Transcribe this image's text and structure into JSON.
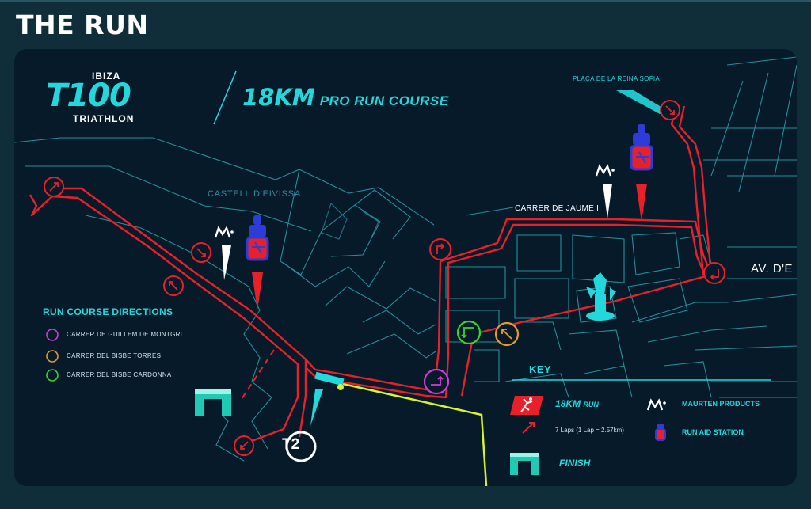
{
  "page_title": "THE RUN",
  "brand": {
    "top": "IBIZA",
    "logo": "T100",
    "bottom": "TRIATHLON"
  },
  "course": {
    "distance": "18KM",
    "subtitle": "PRO RUN COURSE"
  },
  "places": {
    "castle": "CASTELL D'EIVISSA",
    "plaza": "PLAÇA DE LA REINA SOFIA",
    "street_jaume": "CARRER DE JAUME I",
    "avenue": "AV. D'E"
  },
  "directions": {
    "title": "RUN COURSE DIRECTIONS",
    "items": [
      {
        "label": "CARRER DE GUILLEM DE MONTGRI",
        "color": "#d23bd6"
      },
      {
        "label": "CARRER DEL BISBE TORRES",
        "color": "#e39a2f"
      },
      {
        "label": "CARRER DEL BISBE CARDONNA",
        "color": "#3fd12f"
      }
    ]
  },
  "key": {
    "title": "KEY",
    "run_label": "18KM",
    "run_suffix": "RUN",
    "laps_label": "7 Laps (1 Lap = 2.57km)",
    "finish_label": "FINISH",
    "maurten_label": "MAURTEN PRODUCTS",
    "aid_label": "RUN AID STATION"
  },
  "transition": "T2",
  "colors": {
    "route": "#e8202a",
    "streets": "#2a9ba6",
    "accent": "#22d8dc",
    "bike_route": "#d8f22c",
    "background": "#061a2a"
  },
  "icons": {
    "aid_station": "bottle-icon",
    "maurten": "maurten-logo-icon",
    "finish": "finish-arch-icon",
    "direction": "arrow-circle-icon"
  }
}
